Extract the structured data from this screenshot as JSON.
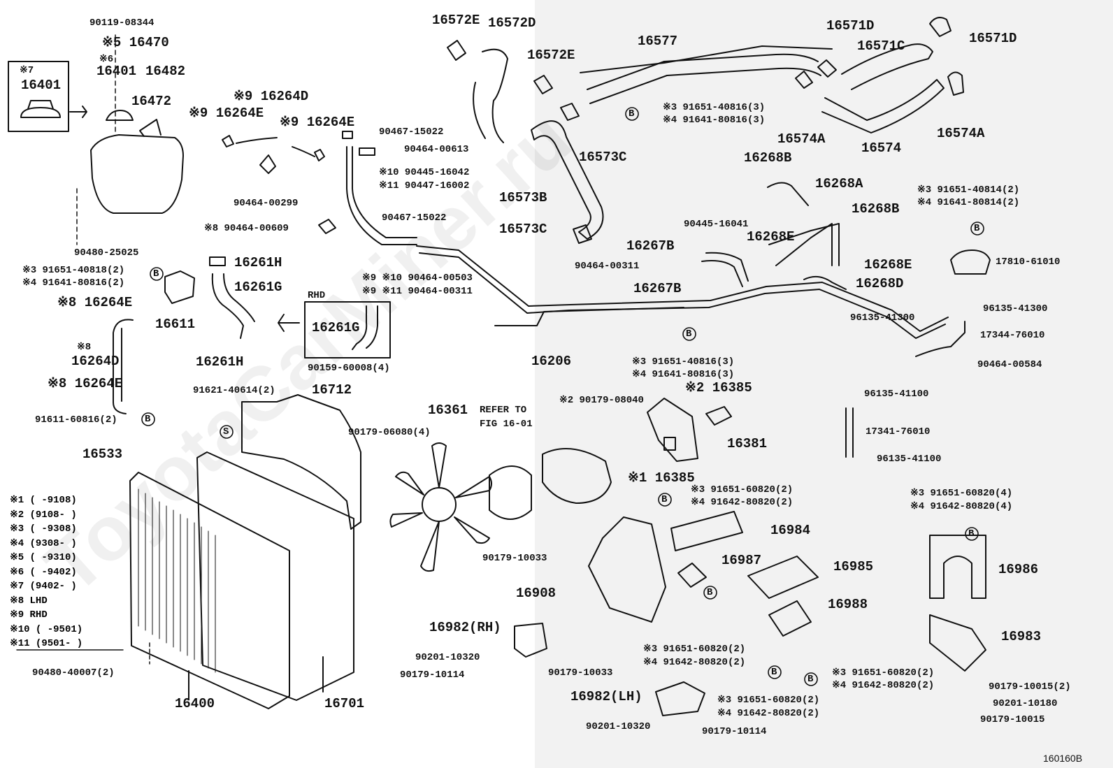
{
  "diagram_id": "160160B",
  "watermark": "ToyotaCarMiner.ru",
  "rhd_box_label": "RHD",
  "refer_note_line1": "REFER TO",
  "refer_note_line2": "FIG 16-01",
  "labels": {
    "p90119_08344": "90119-08344",
    "p16470": "※5 16470",
    "p6mark": "※6",
    "p7mark": "※7",
    "p16401a": "16401",
    "p16401b": "16401",
    "p16482": "16482",
    "p16472": "16472",
    "p16264d_top": "※9 16264D",
    "p16264e_a": "※9 16264E",
    "p16264e_b": "※9 16264E",
    "p90467_a": "90467-15022",
    "p90464_00613": "90464-00613",
    "p90445_16042": "※10 90445-16042",
    "p90447_16002": "※11 90447-16002",
    "p90464_00299": "90464-00299",
    "p90464_00609": "※8 90464-00609",
    "p90467_b": "90467-15022",
    "p90480_25025": "90480-25025",
    "p91651_40818": "※3 91651-40818(2)",
    "p91641_80816a": "※4 91641-80816(2)",
    "p16261h_a": "16261H",
    "p16261g_a": "16261G",
    "p90464_00503": "※9 ※10 90464-00503",
    "p90464_00311a": "※9 ※11 90464-00311",
    "p16264e_lhd1": "※8 16264E",
    "p16611": "16611",
    "p8mark": "※8",
    "p16264d_lhd": "16264D",
    "p16261g_rhd": "16261G",
    "p16261h_b": "16261H",
    "p16264e_lhd2": "※8 16264E",
    "p90159_60008": "90159-60008(4)",
    "p91621_40614": "91621-40614(2)",
    "p16712": "16712",
    "p91611_60816": "91611-60816(2)",
    "p16533": "16533",
    "p16361": "16361",
    "p90179_06080": "90179-06080(4)",
    "p16572e_a": "16572E",
    "p16572d": "16572D",
    "p16572e_b": "16572E",
    "p16577": "16577",
    "p16571d_a": "16571D",
    "p16571c": "16571C",
    "p16571d_b": "16571D",
    "p91651_40816a": "※3 91651-40816(3)",
    "p91641_80816b": "※4 91641-80816(3)",
    "p16574a_a": "16574A",
    "p16574": "16574",
    "p16574a_b": "16574A",
    "p16573c_a": "16573C",
    "p16573b": "16573B",
    "p16573c_b": "16573C",
    "p16268b_a": "16268B",
    "p16268a": "16268A",
    "p16268b_b": "16268B",
    "p91651_40814": "※3 91651-40814(2)",
    "p91641_80814": "※4 91641-80814(2)",
    "p90445_16041": "90445-16041",
    "p16268e_a": "16268E",
    "p16267b_a": "16267B",
    "p90464_00311b": "90464-00311",
    "p16268e_b": "16268E",
    "p17810_61010": "17810-61010",
    "p16267b_b": "16267B",
    "p16268d": "16268D",
    "p96135_41300a": "96135-41300",
    "p96135_41300b": "96135-41300",
    "p17344_76010": "17344-76010",
    "p16206": "16206",
    "p91651_40816b": "※3 91651-40816(3)",
    "p91641_80816c": "※4 91641-80816(3)",
    "p90464_00584": "90464-00584",
    "p16385_a": "※2 16385",
    "p90179_08040": "※2 90179-08040",
    "p96135_41100a": "96135-41100",
    "p16381": "16381",
    "p17341_76010": "17341-76010",
    "p96135_41100b": "96135-41100",
    "p16385_b": "※1 16385",
    "p91651_60820a": "※3 91651-60820(2)",
    "p91642_80820a": "※4 91642-80820(2)",
    "p91651_60820b": "※3 91651-60820(4)",
    "p91642_80820b": "※4 91642-80820(4)",
    "p16984": "16984",
    "p90179_10033a": "90179-10033",
    "p16987": "16987",
    "p16985": "16985",
    "p16986": "16986",
    "p16908": "16908",
    "p16988": "16988",
    "p16982rh": "16982(RH)",
    "p16983": "16983",
    "p90201_10320a": "90201-10320",
    "p91651_60820c": "※3 91651-60820(2)",
    "p91642_80820c": "※4 91642-80820(2)",
    "p90179_10114a": "90179-10114",
    "p90179_10033b": "90179-10033",
    "p91651_60820d": "※3 91651-60820(2)",
    "p91642_80820d": "※4 91642-80820(2)",
    "p90179_10015a": "90179-10015(2)",
    "p90480_40007": "90480-40007(2)",
    "p16982lh": "16982(LH)",
    "p90201_10180": "90201-10180",
    "p91651_60820e": "※3 91651-60820(2)",
    "p91642_80820e": "※4 91642-80820(2)",
    "p90179_10015b": "90179-10015",
    "p16400": "16400",
    "p16701": "16701",
    "p90201_10320b": "90201-10320",
    "p90179_10114b": "90179-10114"
  },
  "callouts": {
    "b": "B",
    "s": "S"
  },
  "legend": [
    "※1 (      -9108)",
    "※2 (9108-       )",
    "※3 (      -9308)",
    "※4 (9308-       )",
    "※5 (      -9310)",
    "※6 (      -9402)",
    "※7 (9402-       )",
    "※8 LHD",
    "※9 RHD",
    "※10 (      -9501)",
    "※11 (9501-      )"
  ]
}
